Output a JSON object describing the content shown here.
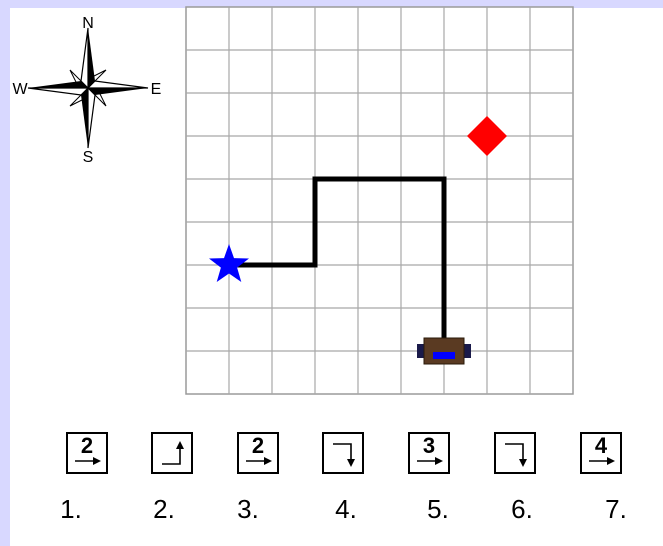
{
  "compass": {
    "north": "N",
    "south": "S",
    "east": "E",
    "west": "W"
  },
  "grid": {
    "columns": 9,
    "rows": 9
  },
  "markers": {
    "start": {
      "shape": "star",
      "color": "#0000ff",
      "cell": [
        1,
        6
      ]
    },
    "goal": {
      "shape": "diamond",
      "color": "#ff0000",
      "cell": [
        7,
        3
      ]
    },
    "robot": {
      "color": "#5a3a22",
      "accent": "#0000ff",
      "cell": [
        6,
        8
      ]
    }
  },
  "path_cells": [
    [
      1,
      6
    ],
    [
      3,
      6
    ],
    [
      3,
      4
    ],
    [
      6,
      4
    ],
    [
      6,
      8
    ]
  ],
  "commands": [
    {
      "type": "forward",
      "count": "2",
      "label": "1."
    },
    {
      "type": "turn-left",
      "label": "2."
    },
    {
      "type": "forward",
      "count": "2",
      "label": "3."
    },
    {
      "type": "turn-right",
      "label": "4."
    },
    {
      "type": "forward",
      "count": "3",
      "label": "5."
    },
    {
      "type": "turn-right",
      "label": "6."
    },
    {
      "type": "forward",
      "count": "4",
      "label": "7."
    }
  ]
}
